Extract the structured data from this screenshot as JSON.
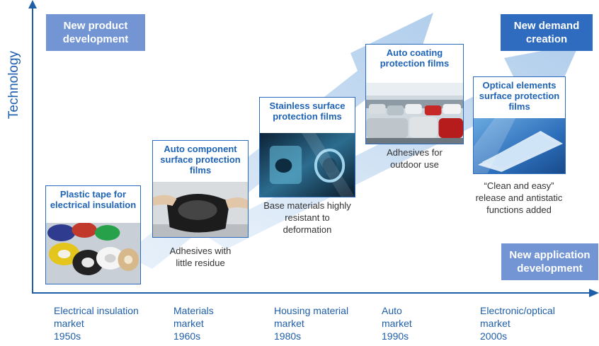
{
  "labels": {
    "new_product_development": "New product\ndevelopment",
    "new_demand_creation": "New demand\ncreation",
    "new_application_development": "New application\ndevelopment",
    "y_axis": "Technology"
  },
  "products": [
    {
      "title": "Plastic tape for\nelectrical insulation",
      "caption": "",
      "photo": "insulation-tape-rolls"
    },
    {
      "title": "Auto component\nsurface protection\nfilms",
      "caption": "Adhesives with\nlittle residue",
      "photo": "protected-auto-part"
    },
    {
      "title": "Stainless surface\nprotection films",
      "caption": "Base materials highly\nresistant to\ndeformation",
      "photo": "stainless-sink"
    },
    {
      "title": "Auto coating\nprotection films",
      "caption": "Adhesives for\noutdoor use",
      "photo": "parked-cars"
    },
    {
      "title": "Optical elements\nsurface protection\nfilms",
      "caption": "“Clean and easy”\nrelease and antistatic\nfunctions added",
      "photo": "optical-film-sheet"
    }
  ],
  "markets": [
    {
      "name": "Electrical insulation\nmarket\n1950s"
    },
    {
      "name": "Materials\nmarket\n1960s"
    },
    {
      "name": "Housing material\nmarket\n1980s"
    },
    {
      "name": "Auto\nmarket\n1990s"
    },
    {
      "name": "Electronic/optical\nmarket\n2000s"
    }
  ],
  "colors": {
    "tag_light": "#7395d3",
    "tag_dark": "#2f6bbf",
    "arrow": "#bdd6ef",
    "axis": "#1e5ea8",
    "card_border": "#2b6bbd"
  }
}
